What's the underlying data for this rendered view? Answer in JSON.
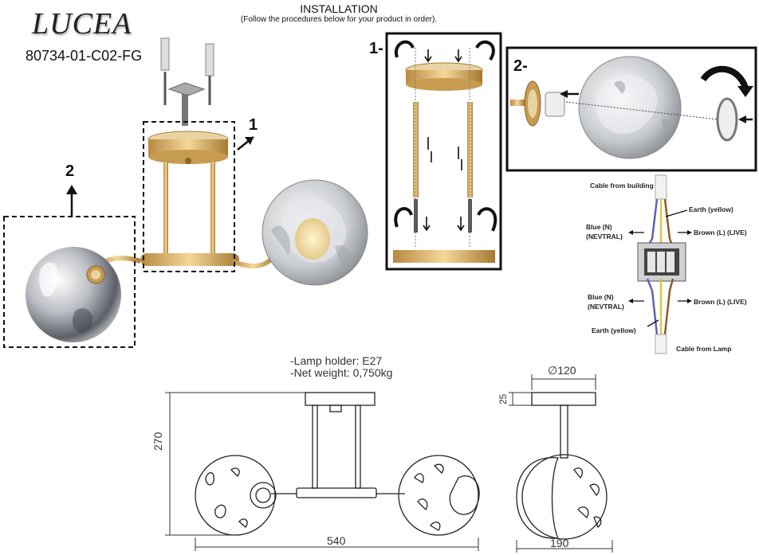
{
  "brand": "LUCEA",
  "model": "80734-01-C02-FG",
  "installation": {
    "title": "INSTALLATION",
    "subtitle": "(Follow the procedures below for your product in order)."
  },
  "steps": {
    "step1_tag": "1-",
    "step2_tag": "2-",
    "callout1": "1",
    "callout2": "2"
  },
  "wiring": {
    "cable_building": "Cable from building",
    "earth_top": "Earth (yellow)",
    "blue_top": "Blue (N)",
    "neutral_top": "(NEVTRAL)",
    "brown_top": "Brown (L) (LIVE)",
    "blue_bottom": "Blue (N)",
    "neutral_bottom": "(NEVTRAL)",
    "brown_bottom": "Brown (L) (LIVE)",
    "earth_bottom": "Earth (yellow)",
    "cable_lamp": "Cable from Lamp"
  },
  "specs": {
    "lamp_holder": "-Lamp holder: E27",
    "net_weight": "-Net weight: 0,750kg"
  },
  "dimensions": {
    "height": "270",
    "width": "540",
    "diameter": "∅120",
    "canopy": "25",
    "depth": "190"
  }
}
